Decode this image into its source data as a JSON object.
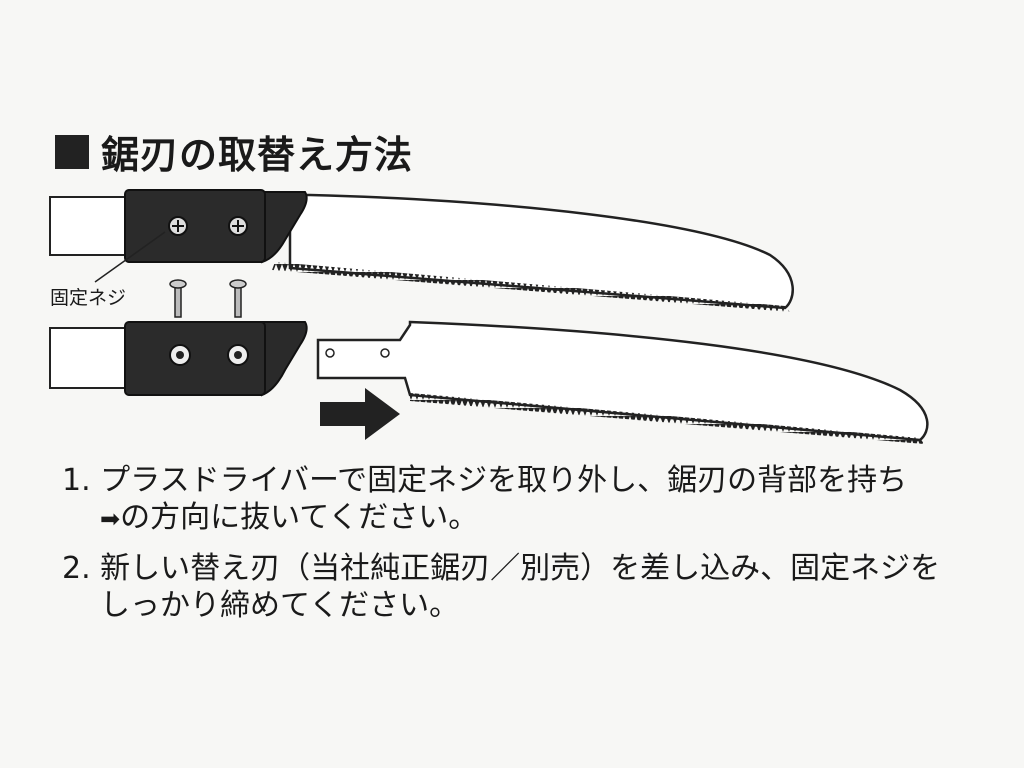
{
  "title": "鋸刃の取替え方法",
  "screw_label": "固定ネジ",
  "steps": [
    {
      "num": "1.",
      "line1": "プラスドライバーで固定ネジを取り外し、鋸刃の背部を持ち",
      "arrow": "➡",
      "line2": "の方向に抜いてください。"
    },
    {
      "num": "2.",
      "line1": "新しい替え刃（当社純正鋸刃／別売）を差し込み、固定ネジを",
      "line2": "しっかり締めてください。"
    }
  ]
}
